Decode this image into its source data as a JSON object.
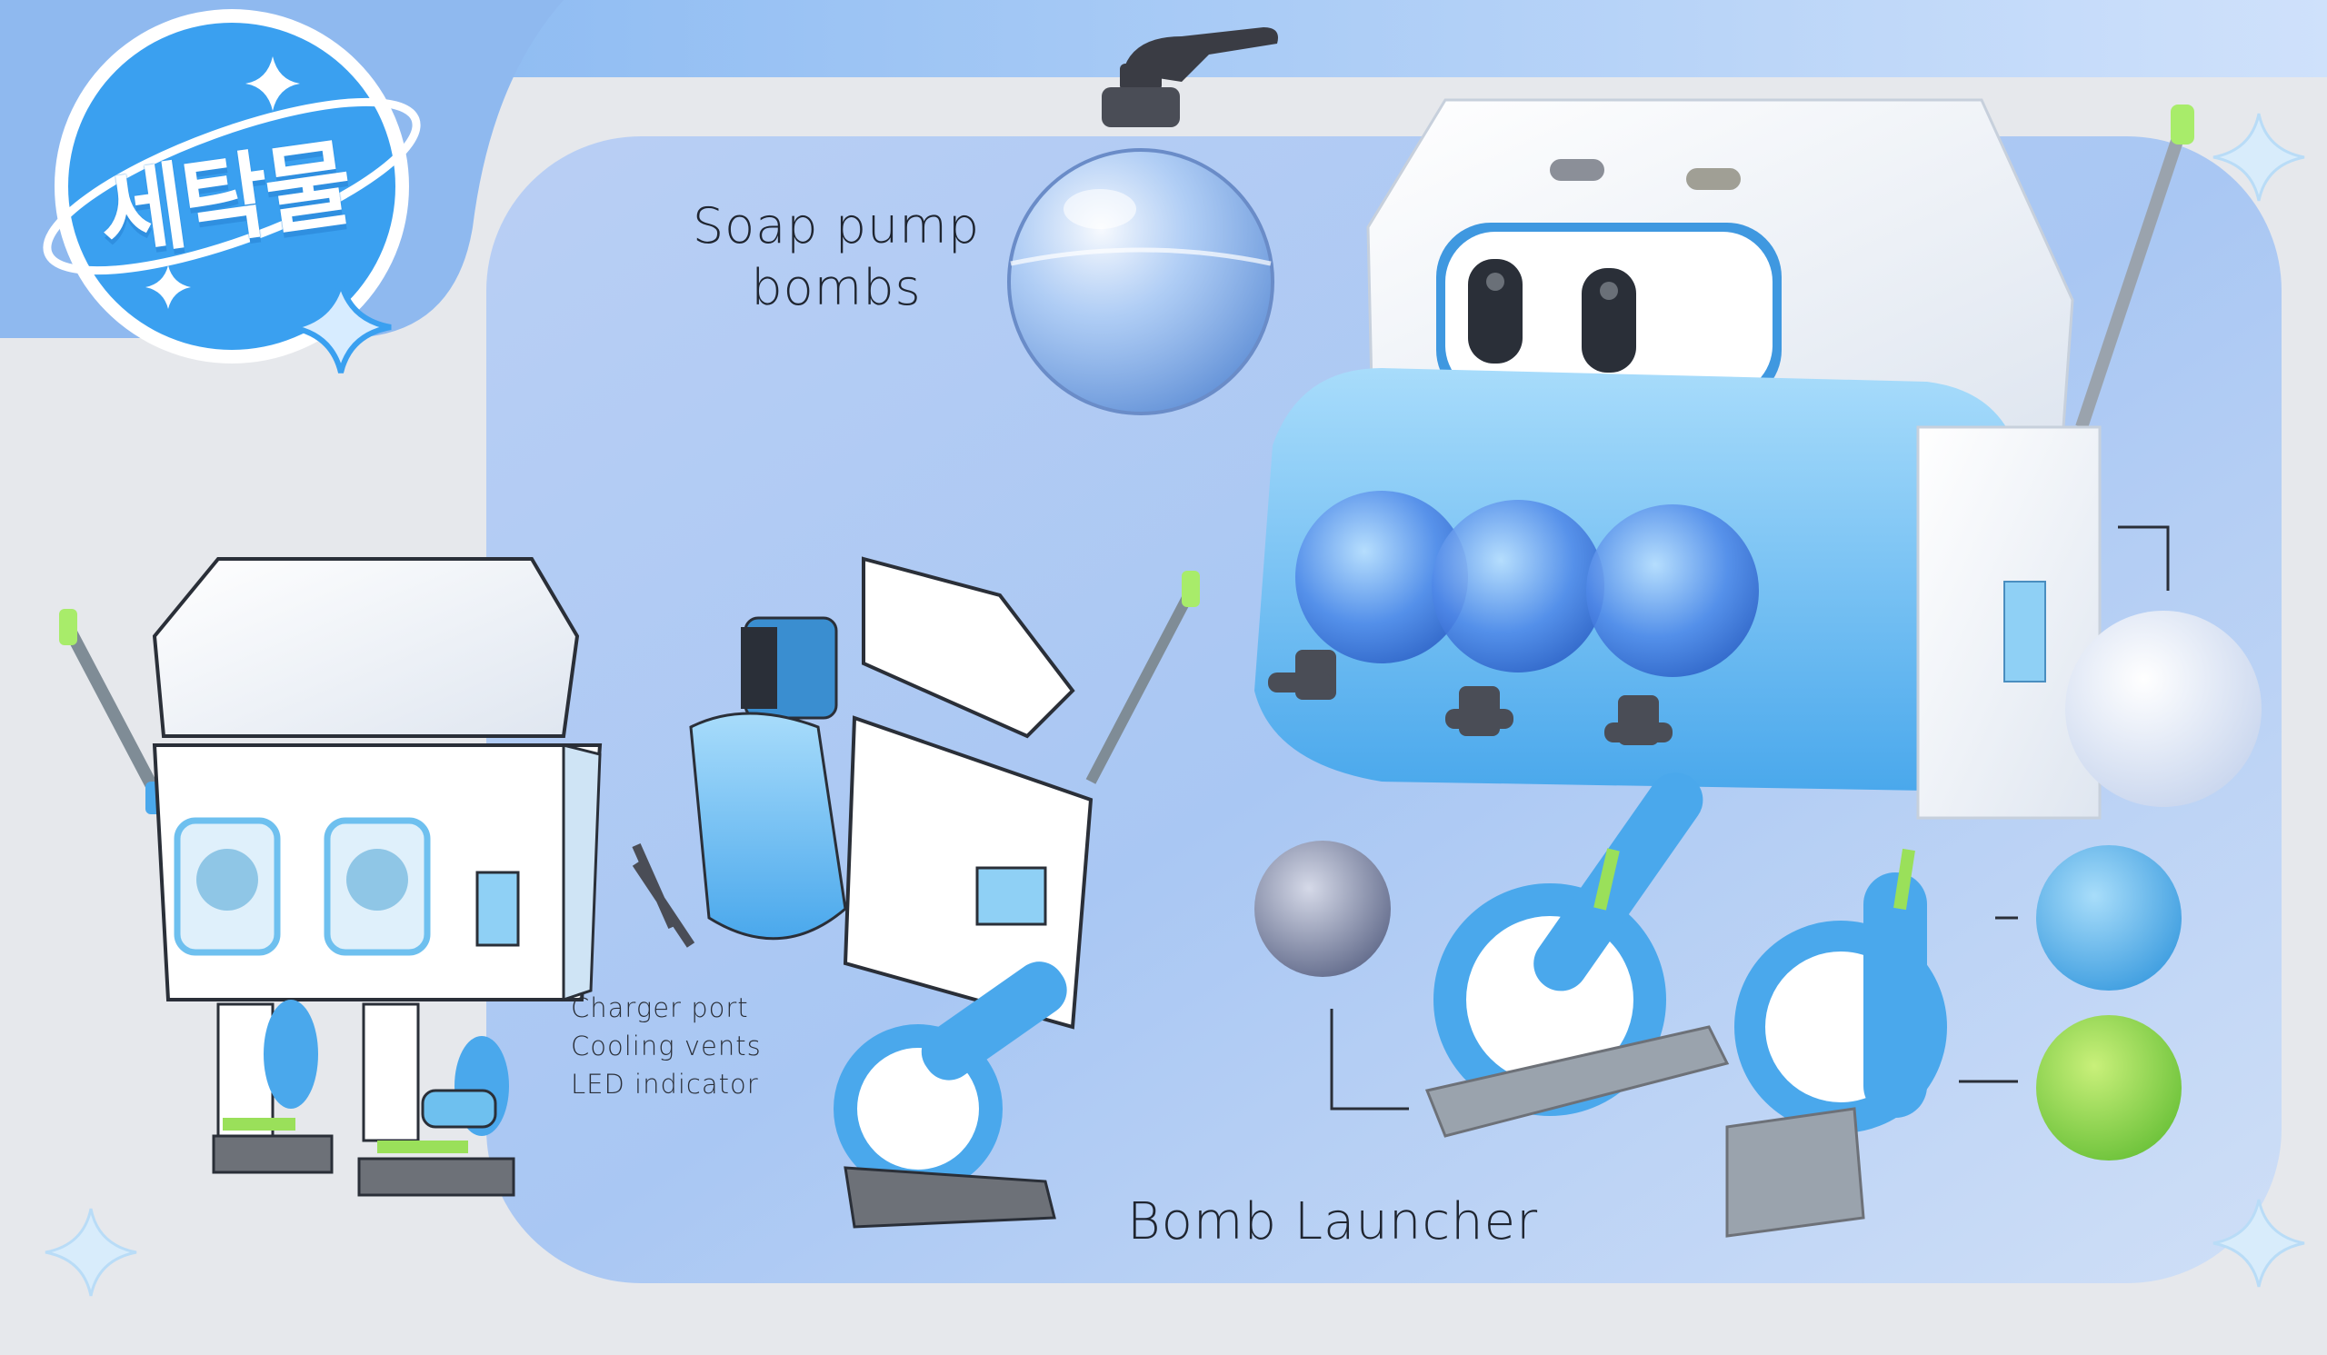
{
  "logo": {
    "text": "세탁물"
  },
  "labels": {
    "soap_pump_line1": "Soap pump",
    "soap_pump_line2": "bombs",
    "bomb_launcher": "Bomb Launcher",
    "features": [
      "Charger port",
      "Cooling vents",
      "LED indicator"
    ]
  },
  "colors": {
    "sky_blue": "#9fc2f2",
    "panel_grey": "#e6e8ec",
    "logo_blue": "#3aa0f0",
    "swatch_white": "#f2f6fb",
    "swatch_blue": "#69bfee",
    "swatch_green": "#9adb47",
    "swatch_slate": "#8b93ad"
  }
}
